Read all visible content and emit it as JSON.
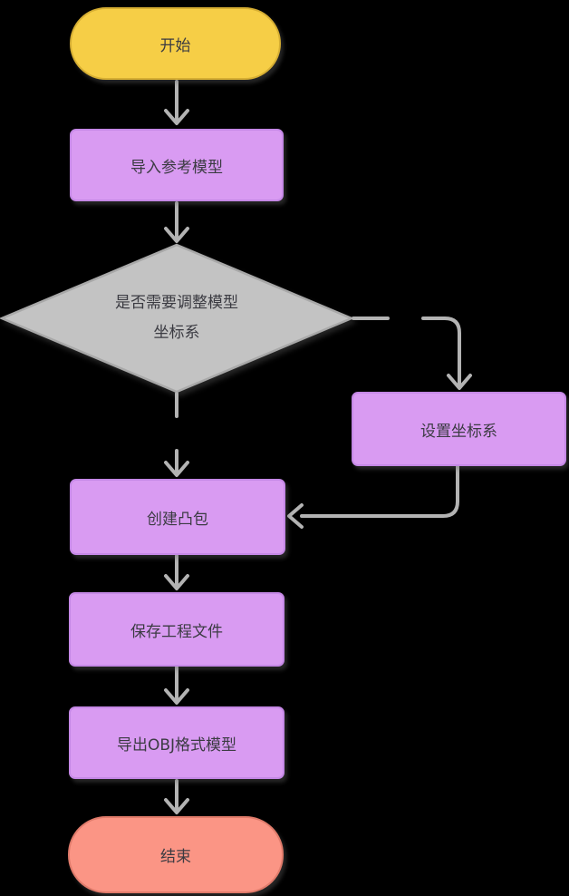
{
  "canvas": {
    "width": "628",
    "height": "988",
    "background": "#000000"
  },
  "palette": {
    "connector": "#b3b3b3",
    "text": "#3b3b42"
  },
  "nodes": {
    "start": {
      "label": "开始",
      "shape": "terminator",
      "fill": "#f6ce46",
      "border": "#d6ae33"
    },
    "import_model": {
      "label": "导入参考模型",
      "shape": "process",
      "fill": "#d99bf2",
      "border": "#c588e6"
    },
    "decision_adjust_coords": {
      "label_line1": "是否需要调整模型",
      "label_line2": "坐标系",
      "shape": "decision",
      "fill": "#c3c3c3",
      "border": "#a8a8a8"
    },
    "set_coords": {
      "label": "设置坐标系",
      "shape": "process",
      "fill": "#d99bf2",
      "border": "#c588e6"
    },
    "create_convex_hull": {
      "label": "创建凸包",
      "shape": "process",
      "fill": "#d99bf2",
      "border": "#c588e6"
    },
    "save_project": {
      "label": "保存工程文件",
      "shape": "process",
      "fill": "#d99bf2",
      "border": "#c588e6"
    },
    "export_obj": {
      "label": "导出OBJ格式模型",
      "shape": "process",
      "fill": "#d99bf2",
      "border": "#c588e6"
    },
    "end": {
      "label": "结束",
      "shape": "terminator",
      "fill": "#fb9585",
      "border": "#e07b6b"
    }
  }
}
